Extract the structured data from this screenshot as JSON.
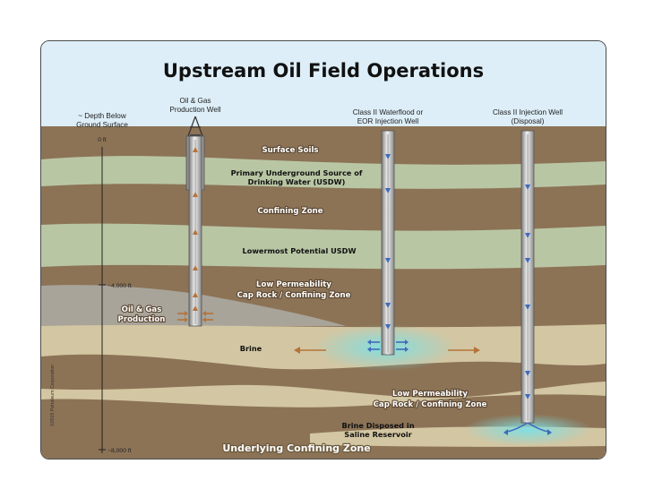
{
  "title": "Upstream Oil Field Operations",
  "wells": {
    "production": [
      "Oil & Gas",
      "Production Well"
    ],
    "waterflood": [
      "Class II Waterflood or",
      "EOR Injection Well"
    ],
    "disposal": [
      "Class II Injection Well",
      "(Disposal)"
    ]
  },
  "depth": {
    "header": [
      "~ Depth Below",
      "Ground Surface"
    ],
    "ticks": [
      "0 ft",
      "~4,000 ft",
      "~8,000 ft"
    ]
  },
  "layers": {
    "surface_soils": "Surface Soils",
    "usdw": [
      "Primary Underground Source of",
      "Drinking Water (USDW)"
    ],
    "confining_zone": "Confining Zone",
    "lowermost_usdw": "Lowermost Potential USDW",
    "cap_rock_upper": [
      "Low Permeability",
      "Cap Rock / Confining Zone"
    ],
    "oil_gas": [
      "Oil & Gas",
      "Production"
    ],
    "brine": "Brine",
    "cap_rock_lower": [
      "Low Permeability",
      "Cap Rock / Confining Zone"
    ],
    "brine_disposed": [
      "Brine Disposed in",
      "Saline Reservoir"
    ],
    "underlying": "Underlying Confining Zone"
  },
  "copyright": "©2015 Petroleum Corporation",
  "colors": {
    "sky": "#ddeef8",
    "brown": "#8c7356",
    "green": "#b9c6a4",
    "tan": "#d3c6a2",
    "gray": "#a8a49a",
    "flow_up": "#b5733a",
    "flow_down": "#3f6bbd",
    "glow": "#7ee0e4"
  }
}
